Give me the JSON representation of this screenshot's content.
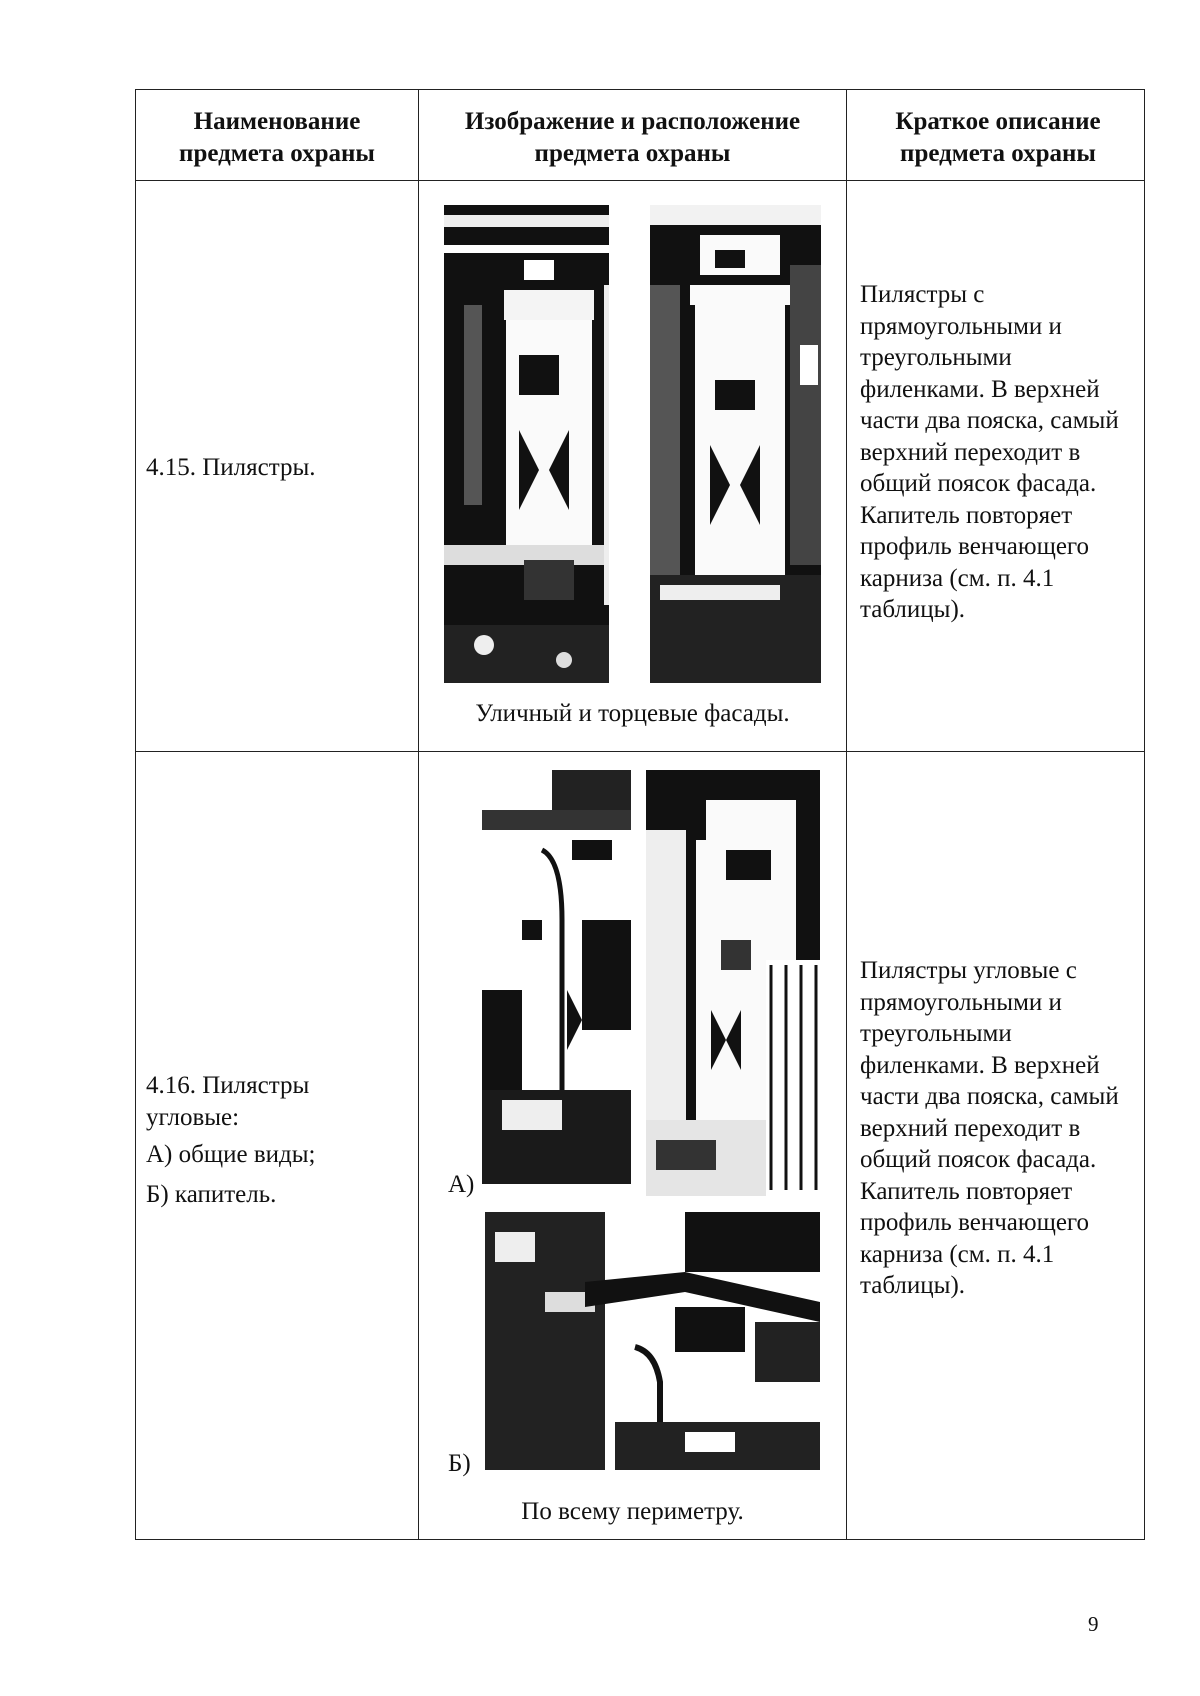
{
  "table": {
    "headers": [
      "Наименование предмета охраны",
      "Изображение и расположение предмета охраны",
      "Краткое описание предмета охраны"
    ],
    "rows": [
      {
        "name": "4.15.  Пилястры.",
        "caption": "Уличный и торцевые фасады.",
        "description": "Пилястры с прямоугольными  и треугольными филенками. В верхней части два пояска, самый верхний переходит в общий поясок фасада. Капитель повторяет профиль венчающего карниза (см. п. 4.1 таблицы)."
      },
      {
        "name_lines": [
          "4.16.  Пилястры угловые:",
          "А) общие виды;",
          "Б) капитель."
        ],
        "photo_labels": [
          "А)",
          "Б)"
        ],
        "caption": "По всему периметру.",
        "description": "Пилястры угловые с прямоугольными  и треугольными филенками. В верхней части два пояска, самый верхний переходит в общий поясок фасада. Капитель повторяет профиль венчающего карниза (см. п. 4.1 таблицы)."
      }
    ]
  },
  "page_number": "9"
}
